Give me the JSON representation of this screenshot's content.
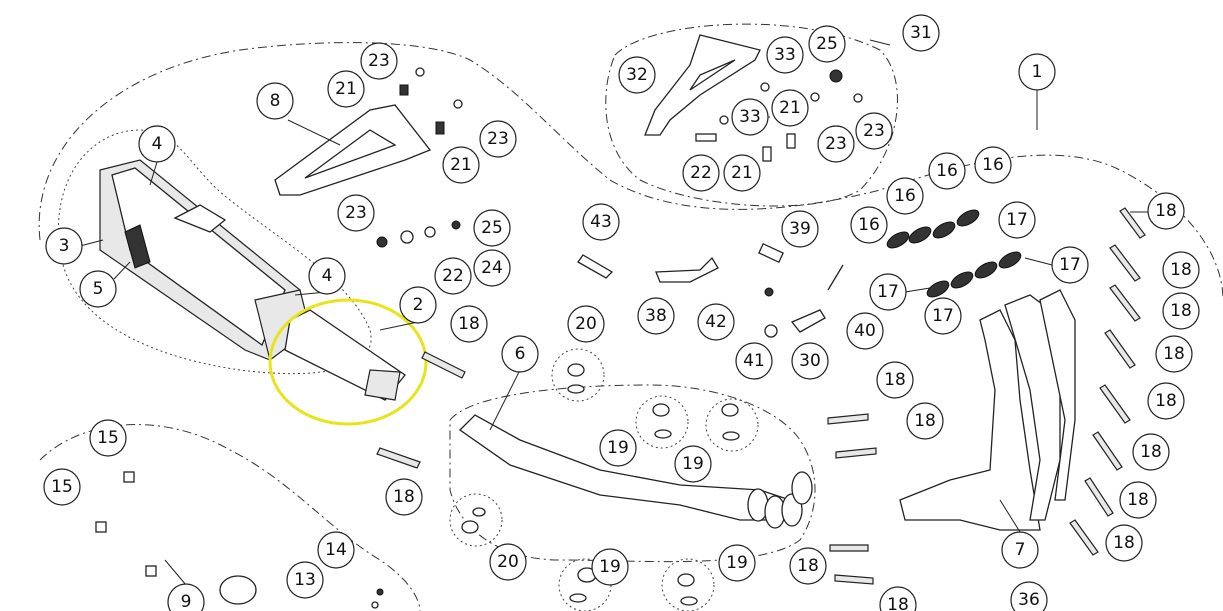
{
  "callouts": [
    "1",
    "2",
    "3",
    "4",
    "4",
    "5",
    "6",
    "7",
    "8",
    "9",
    "13",
    "14",
    "15",
    "15",
    "16",
    "16",
    "16",
    "16",
    "17",
    "17",
    "17",
    "17",
    "18",
    "18",
    "18",
    "18",
    "18",
    "18",
    "18",
    "18",
    "18",
    "18",
    "18",
    "18",
    "18",
    "18",
    "19",
    "19",
    "19",
    "19",
    "20",
    "20",
    "21",
    "21",
    "21",
    "21",
    "22",
    "22",
    "23",
    "23",
    "23",
    "23",
    "23",
    "24",
    "25",
    "25",
    "30",
    "31",
    "32",
    "33",
    "33",
    "36",
    "38",
    "39",
    "40",
    "41",
    "42",
    "43"
  ],
  "colors": {
    "highlight": "#e8e41a",
    "line": "#222222"
  }
}
